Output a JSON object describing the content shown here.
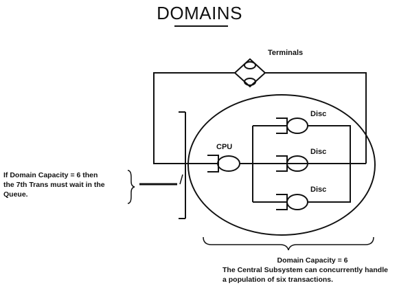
{
  "title": "DOMAINS",
  "labels": {
    "terminals": "Terminals",
    "cpu": "CPU",
    "disc_top": "Disc",
    "disc_middle": "Disc",
    "disc_bottom": "Disc"
  },
  "queue_note": {
    "line1": "If Domain Capacity = 6 then",
    "line2": "the 7th Trans must wait in the",
    "line3": "Queue."
  },
  "capacity_note": {
    "heading": "Domain Capacity = 6",
    "line1": "The Central Subsystem can concurrently handle",
    "line2": "a population of six transactions."
  }
}
